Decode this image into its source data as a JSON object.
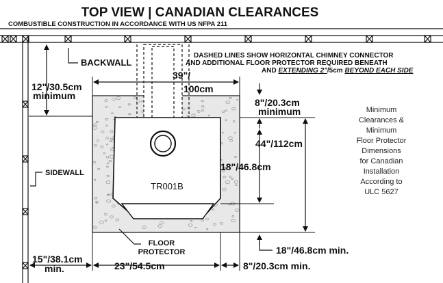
{
  "title": "TOP VIEW | CANADIAN CLEARANCES",
  "subtitle": "COMBUSTIBLE CONSTRUCTION IN ACCORDANCE WITH US NFPA 211",
  "labels": {
    "backwall": "BACKWALL",
    "sidewall": "SIDEWALL",
    "model": "TR001B",
    "floor_protector_1": "FLOOR",
    "floor_protector_2": "PROTECTOR"
  },
  "dashed_note": {
    "line1": "DASHED LINES SHOW HORIZONTAL CHIMNEY CONNECTOR",
    "line2": "AND ADDITIONAL FLOOR PROTECTOR REQUIRED BENEATH",
    "line3_pre": "AND ",
    "line3_ul": "EXTENDING 2\"",
    "line3_mid": "/5cm ",
    "line3_ul2": "BEYOND EACH SIDE"
  },
  "dimensions": {
    "width_top_1": "39\"/",
    "width_top_2": "100cm",
    "backwall_clear_1": "12\"/30.5cm",
    "backwall_clear_2": "minimum",
    "rear_fp_1": "8\"/20.3cm",
    "rear_fp_2": "minimum",
    "depth": "44\"/112cm",
    "front_fp": "18\"/46.8cm",
    "front_min": "18\"/46.8cm min.",
    "sidewall_clear_1": "15\"/38.1cm",
    "sidewall_clear_2": "min.",
    "bottom_width": "23\"/54.5cm",
    "side_fp": "8\"/20.3cm min."
  },
  "side_note": [
    "Minimum",
    "Clearances &",
    "Minimum",
    "Floor Protector",
    "Dimensions",
    "for Canadian",
    "Installation",
    "According to",
    "ULC 5627"
  ]
}
